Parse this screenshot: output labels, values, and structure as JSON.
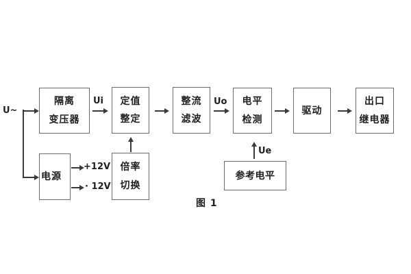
{
  "figure": {
    "caption": "图 1"
  },
  "labels": {
    "u_in": "U~",
    "ui": "Ui",
    "uo": "Uo",
    "ue": "Ue",
    "plus_12v": "+12V",
    "minus_12v": "· 12V"
  },
  "boxes": {
    "isolation_transformer": {
      "lines": [
        "隔离",
        "变压器"
      ]
    },
    "setpoint_setting": {
      "lines": [
        "定值",
        "整定"
      ]
    },
    "rectifier_filter": {
      "lines": [
        "整流",
        "滤波"
      ]
    },
    "level_detection": {
      "lines": [
        "电平",
        "检测"
      ]
    },
    "drive": {
      "lines": [
        "驱动"
      ]
    },
    "output_relay": {
      "lines": [
        "出口",
        "继电器"
      ]
    },
    "power_supply": {
      "lines": [
        "电源"
      ]
    },
    "ratio_switching": {
      "lines": [
        "倍率",
        "切换"
      ]
    },
    "reference_level": {
      "lines": [
        "参考电平"
      ]
    }
  },
  "colors": {
    "line": "#3a3a3a",
    "border": "#6b6b6b",
    "text": "#1f1f1f",
    "background": "#ffffff"
  }
}
